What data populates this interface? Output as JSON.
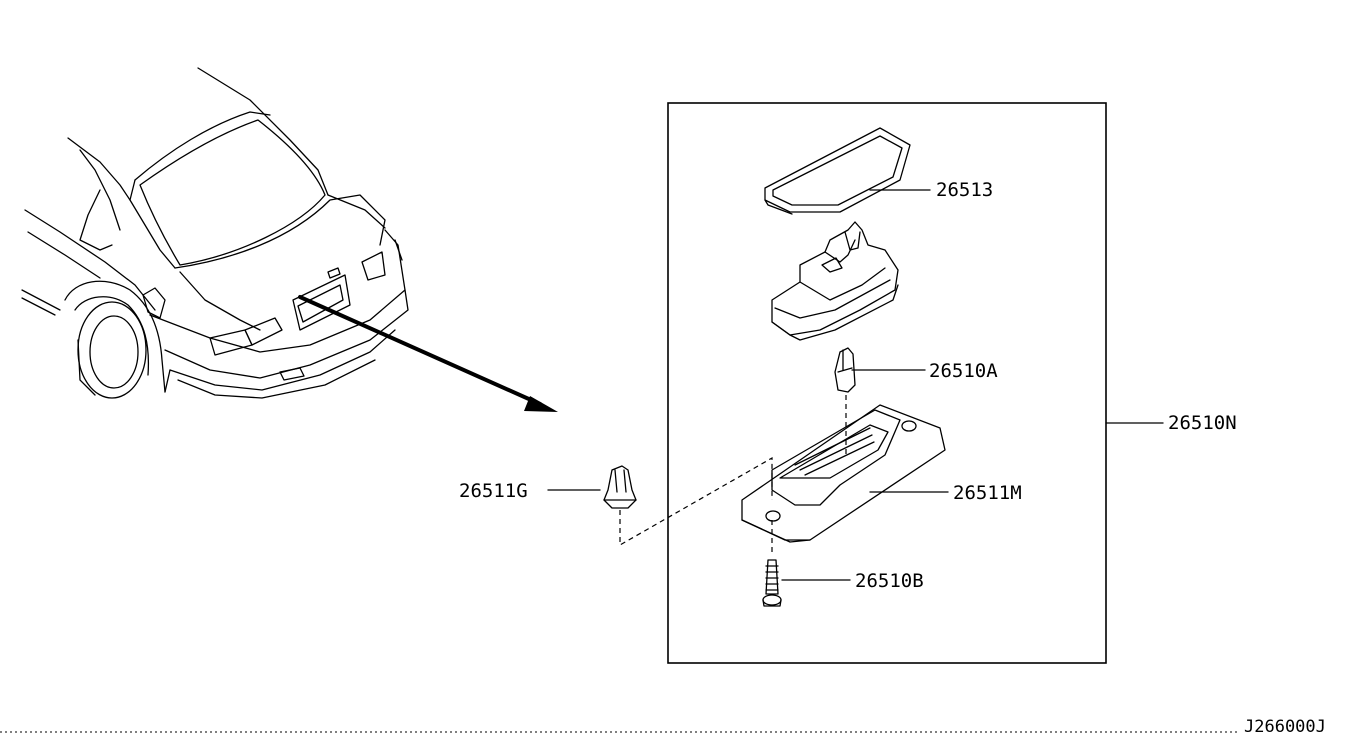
{
  "parts": {
    "p26513": "26513",
    "p26510A": "26510A",
    "p26510N": "26510N",
    "p26511M": "26511M",
    "p26511G": "26511G",
    "p26510B": "26510B"
  },
  "diagram_code": "J266000J"
}
